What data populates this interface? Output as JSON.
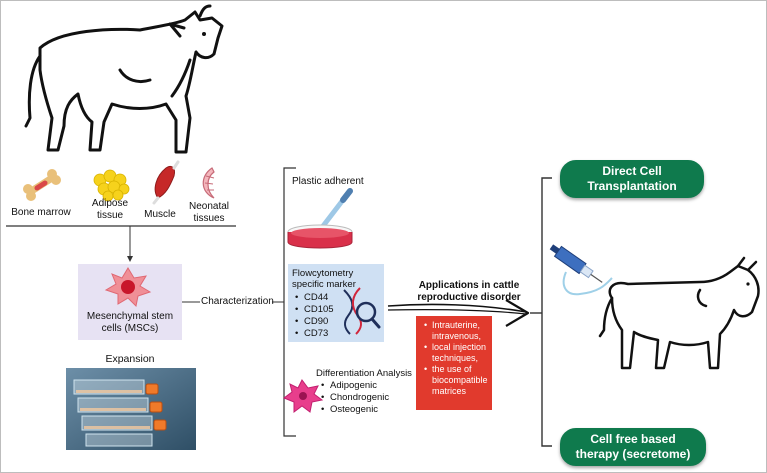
{
  "sources": [
    {
      "label": "Bone marrow",
      "icon": "bone-icon"
    },
    {
      "label": "Adipose tissue",
      "icon": "adipose-icon"
    },
    {
      "label": "Muscle",
      "icon": "muscle-icon"
    },
    {
      "label": "Neonatal tissues",
      "icon": "umbilical-cord-icon"
    }
  ],
  "msc": {
    "label": "Mesenchymal stem cells (MSCs)"
  },
  "expansion": {
    "label": "Expansion"
  },
  "characterization": {
    "label": "Characterization"
  },
  "plastic": {
    "label": "Plastic adherent"
  },
  "flow": {
    "title": "Flowcytometry specific marker",
    "markers": [
      "CD44",
      "CD105",
      "CD90",
      "CD73"
    ]
  },
  "differentiation": {
    "title": "Differentiation Analysis",
    "items": [
      "Adipogenic",
      "Chondrogenic",
      "Osteogenic"
    ]
  },
  "applications": {
    "title": "Applications in cattle reproductive disorder",
    "items": [
      "Intrauterine, intravenous,",
      "local injection techniques,",
      "the use of biocompatible matrices"
    ]
  },
  "outcomes": {
    "direct": "Direct Cell Transplantation",
    "cellfree": "Cell free based therapy (secretome)"
  },
  "colors": {
    "green": "#0f7a4d",
    "red": "#e13a2d",
    "lavender": "#e7e2f3",
    "light_blue": "#cfe0f3"
  }
}
